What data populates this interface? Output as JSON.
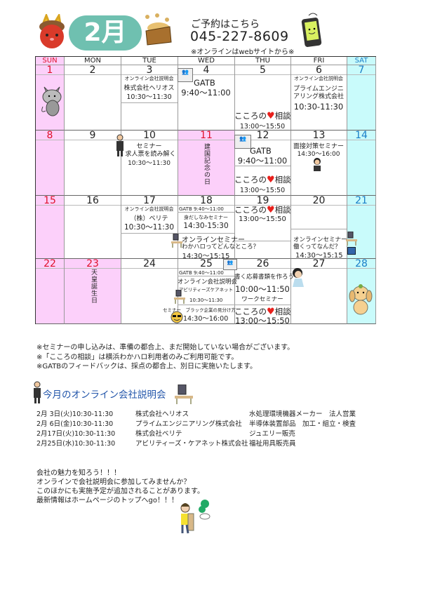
{
  "header": {
    "month": "2月",
    "reserve_label": "ご予約はこちら",
    "phone": "045-227-8609",
    "online_note": "※オンラインはwebサイトから※"
  },
  "calendar": {
    "days_of_week": [
      "SUN",
      "MON",
      "TUE",
      "WED",
      "THU",
      "FRI",
      "SAT"
    ],
    "weeks": [
      [
        1,
        2,
        3,
        4,
        5,
        6,
        7
      ],
      [
        8,
        9,
        10,
        11,
        12,
        13,
        14
      ],
      [
        15,
        16,
        17,
        18,
        19,
        20,
        21
      ],
      [
        22,
        23,
        24,
        25,
        26,
        27,
        28
      ]
    ],
    "holidays": [
      11,
      23
    ],
    "events": {
      "online_briefing": "オンライン会社説明会",
      "helios": "株式会社ヘリオス",
      "time_1030_1130": "10:30〜11:30",
      "time_1030_1130_b": "10:30-11:30",
      "gatb": "GATB",
      "gatb_time": "9:40〜11:00",
      "gatb_small": "GATB 9:40〜11:00",
      "kokoro_pre": "こころの",
      "kokoro_post": "相談",
      "kokoro_time": "13:00〜15:50",
      "prime_1": "プライムエンジニ",
      "prime_2": "アリング株式会社",
      "seminar": "セミナー",
      "kyujinhyo": "求人票を読み解く",
      "kenkoku": "建国記念の日",
      "mensetsu": "面接対策セミナー",
      "mensetsu_time": "14:30〜16:00",
      "verite": "（株）ベリテ",
      "midashinami": "身だしなみセミナー",
      "midashinami_time": "14:30-15:30",
      "online_seminar": "オンラインセミナー",
      "wakaharo": "わかハロってどんなところ？",
      "online_time": "14:30〜15:15",
      "hataraku": "働くってなんだ？",
      "tenno": "天皇誕生日",
      "abilities": "アビリティーズケアネット",
      "black": "セミナー　ブラック企業の見分け方",
      "black_time": "14:30〜16:00",
      "oubo": "書く応募書類を作ろう",
      "oubo_time": "10:00〜11:50",
      "work_seminar": "ワークセミナー"
    }
  },
  "notes": [
    "※セミナーの申し込みは、準備の都合上、まだ開始していない場合がございます。",
    "※「こころの相談」は横浜わかハロ利用者のみご利用可能です。",
    "※GATBのフィードバックは、採点の都合上、別日に実施いたします。"
  ],
  "online_section": {
    "title": "今月のオンライン会社説明会",
    "rows": [
      {
        "date": "2月 3日(火)10:30-11:30",
        "company": "株式会社ヘリオス",
        "job": "水処理環境機器メーカー　法人営業"
      },
      {
        "date": "2月 6日(金)10:30-11:30",
        "company": "プライムエンジニアリング株式会社",
        "job": "半導体装置部品　加工・組立・検査"
      },
      {
        "date": "2月17日(火)10:30-11:30",
        "company": "株式会社ベリテ",
        "job": "ジュエリー販売"
      },
      {
        "date": "2月25日(水)10:30-11:30",
        "company": "アビリティーズ・ケアネット株式会社",
        "job": "福祉用具販売員"
      }
    ]
  },
  "closing": [
    "会社の魅力を知ろう！！！",
    "オンラインで会社説明会に参加してみませんか？",
    "このほかにも実施予定が追加されることがあります。",
    "最新情報はホームページのトップへgo！！！"
  ],
  "colors": {
    "sun": "#fcd0fa",
    "sat": "#c9fbfb",
    "heading": "#2255aa",
    "month_pill": "#6fc0b0"
  }
}
